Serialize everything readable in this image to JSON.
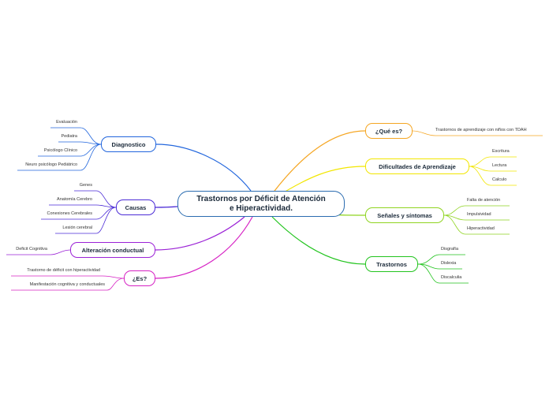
{
  "central": {
    "line1": "Trastornos por Déficit de Atención",
    "line2": "e Hiperactividad.",
    "color": "#2b6cb0"
  },
  "branches": {
    "que_es": {
      "label": "¿Qué es?",
      "color": "#f5a623",
      "items": [
        "Trastornos de aprendizaje con niños con TDAH"
      ]
    },
    "dificultades": {
      "label": "Dificultades de Aprendizaje",
      "color": "#f2e600",
      "items": [
        "Escritura",
        "Lectura",
        "Calculo"
      ]
    },
    "senales": {
      "label": "Señales y síntomas",
      "color": "#8fd420",
      "items": [
        "Falta de atención",
        "Impulsividad",
        "Hiperactividad"
      ]
    },
    "trastornos": {
      "label": "Trastornos",
      "color": "#22c41e",
      "items": [
        "Disgrafía",
        "Dislexia",
        "Discalculia"
      ]
    },
    "diagnostico": {
      "label": "Diagnostico",
      "color": "#2266dd",
      "items": [
        "Evaluación",
        "Pediatra",
        "Psicólogo Clínico",
        "Neuro psicólogo Pediátrico"
      ]
    },
    "causas": {
      "label": "Causas",
      "color": "#4b2bd6",
      "items": [
        "Genes",
        "Anatomía Cerebro",
        "Conexiones Cerebrales",
        "Lesión cerebral"
      ]
    },
    "alteracion": {
      "label": "Alteración conductual",
      "color": "#9b22d6",
      "items": [
        "Deficit Cognitiva"
      ]
    },
    "es": {
      "label": "¿Es?",
      "color": "#d622c4",
      "items": [
        "Trastorno de déficit con hiperactividad",
        "Manifestación cognitiva y conductuales"
      ]
    }
  }
}
